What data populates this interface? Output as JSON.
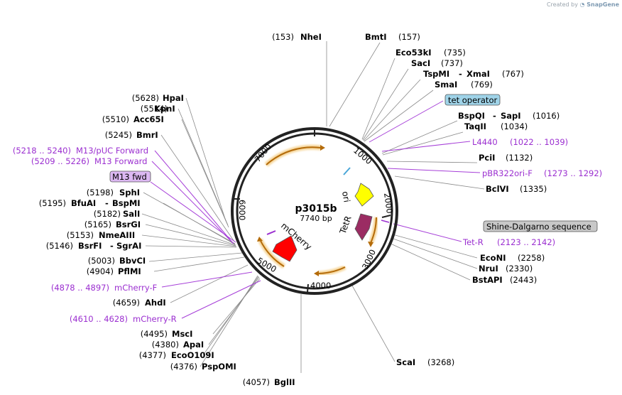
{
  "credit": {
    "prefix": "Created by",
    "brand": "SnapGene"
  },
  "plasmid": {
    "name": "p3015b",
    "length": "7740 bp"
  },
  "ruler_ticks": [
    "1000",
    "2000",
    "3000",
    "4000",
    "5000",
    "6000",
    "7000"
  ],
  "features": {
    "ori": "ori",
    "tetr": "TetR",
    "mcherry": "mCherry"
  },
  "enzymes_right": [
    {
      "name": "BmtI",
      "pos": "(157)"
    },
    {
      "name": "Eco53kI",
      "pos": "(735)"
    },
    {
      "name": "SacI",
      "pos": "(737)"
    },
    {
      "name": "TspMI",
      "sep": "-",
      "name2": "XmaI",
      "pos": "(767)"
    },
    {
      "name": "SmaI",
      "pos": "(769)"
    },
    {
      "name": "BspQI",
      "sep": "-",
      "name2": "SapI",
      "pos": "(1016)"
    },
    {
      "name": "TaqII",
      "pos": "(1034)"
    },
    {
      "name": "PciI",
      "pos": "(1132)"
    },
    {
      "name": "BclVI",
      "pos": "(1335)"
    },
    {
      "name": "EcoNI",
      "pos": "(2258)"
    },
    {
      "name": "NruI",
      "pos": "(2330)"
    },
    {
      "name": "BstAPI",
      "pos": "(2443)"
    },
    {
      "name": "ScaI",
      "pos": "(3268)"
    }
  ],
  "enzymes_left": [
    {
      "pos": "(153)",
      "name": "NheI"
    },
    {
      "pos": "(5628)",
      "name": "HpaI"
    },
    {
      "pos": "(5514)",
      "name": "KpnI"
    },
    {
      "pos": "(5510)",
      "name": "Acc65I"
    },
    {
      "pos": "(5245)",
      "name": "BmrI"
    },
    {
      "pos": "(5198)",
      "name": "SphI"
    },
    {
      "pos": "(5195)",
      "name": "BfuAI",
      "sep": "-",
      "name2": "BspMI"
    },
    {
      "pos": "(5182)",
      "name": "SalI"
    },
    {
      "pos": "(5165)",
      "name": "BsrGI"
    },
    {
      "pos": "(5153)",
      "name": "NmeAIII"
    },
    {
      "pos": "(5146)",
      "name": "BsrFI",
      "sep": "-",
      "name2": "SgrAI"
    },
    {
      "pos": "(5003)",
      "name": "BbvCI"
    },
    {
      "pos": "(4904)",
      "name": "PflMI"
    },
    {
      "pos": "(4659)",
      "name": "AhdI"
    },
    {
      "pos": "(4495)",
      "name": "MscI"
    },
    {
      "pos": "(4380)",
      "name": "ApaI"
    },
    {
      "pos": "(4377)",
      "name": "EcoO109I"
    },
    {
      "pos": "(4376)",
      "name": "PspOMI"
    },
    {
      "pos": "(4057)",
      "name": "BglII"
    }
  ],
  "primers_right": [
    {
      "name": "L4440",
      "range": "(1022 .. 1039)"
    },
    {
      "name": "pBR322ori-F",
      "range": "(1273 .. 1292)"
    },
    {
      "name": "Tet-R",
      "range": "(2123 .. 2142)"
    }
  ],
  "primers_left": [
    {
      "range": "(5218 .. 5240)",
      "name": "M13/pUC Forward"
    },
    {
      "range": "(5209 .. 5226)",
      "name": "M13 Forward"
    },
    {
      "range": "(4878 .. 4897)",
      "name": "mCherry-F"
    },
    {
      "range": "(4610 .. 4628)",
      "name": "mCherry-R"
    }
  ],
  "boxes": {
    "tet_operator": "tet operator",
    "shine_dalgarno": "Shine-Dalgarno sequence",
    "m13_fwd": "M13 fwd"
  },
  "colors": {
    "ori": "#ffff00",
    "tetr": "#9b2c63",
    "mcherry": "#ff0000",
    "orf_arc": "#b46b0a",
    "orf_glow": "#f6d69a",
    "primer": "#9b2fd0",
    "tet_operator_box": "#9fd3e8",
    "shine_dalgarno_box": "#c8c8c8",
    "m13_box": "#dcb8f2",
    "promoter": "#4aa6d8"
  }
}
